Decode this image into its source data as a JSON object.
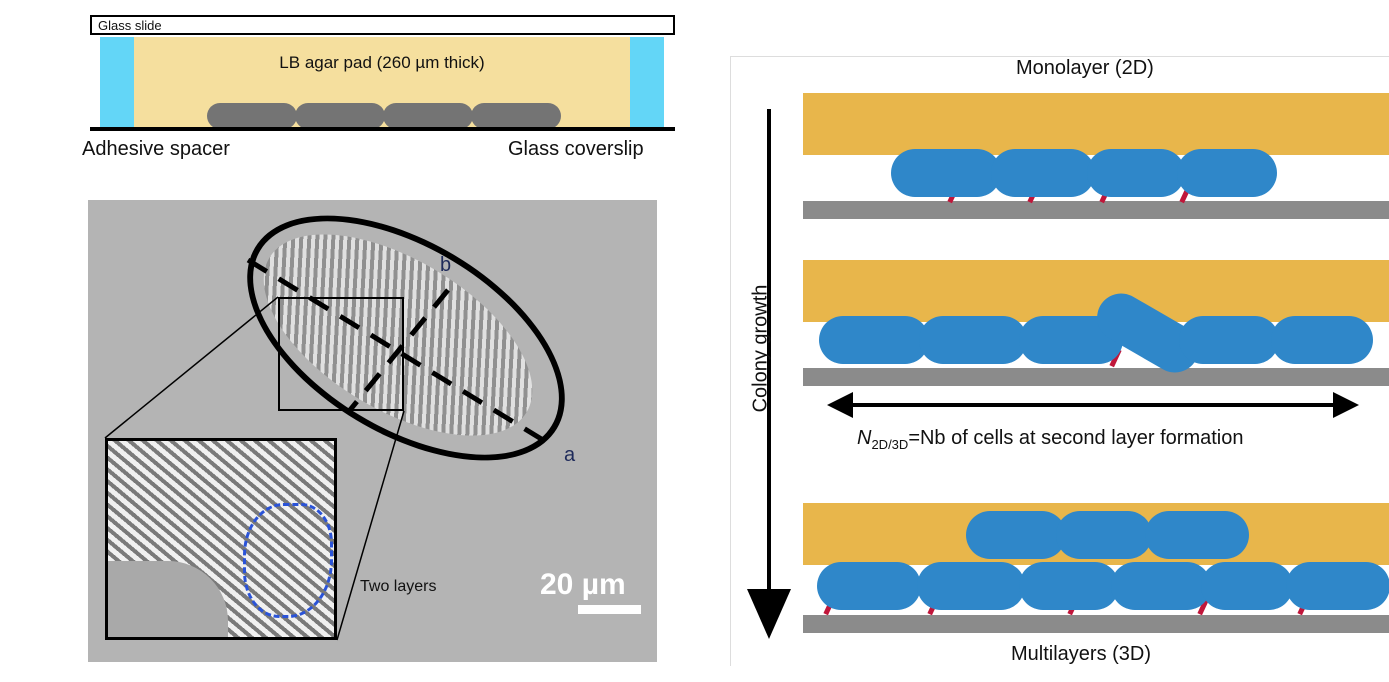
{
  "left_panel": {
    "schematic": {
      "glass_slide": "Glass slide",
      "agar_pad": "LB agar pad (260 µm thick)",
      "adhesive_spacer": "Adhesive spacer",
      "glass_coverslip": "Glass coverslip"
    },
    "micrograph": {
      "axis_a": "a",
      "axis_b": "b",
      "inset_annotation": "Two layers",
      "scale_bar": "20 µm"
    }
  },
  "right_panel": {
    "top_label": "Monolayer (2D)",
    "bottom_label": "Multilayers (3D)",
    "growth_axis": "Colony growth",
    "transition": {
      "symbol": "N",
      "subscript": "2D/3D",
      "description": "=Nb of cells at second layer formation"
    }
  },
  "colors": {
    "agar_pad": "#f5df9e",
    "spacer": "#63d6f7",
    "agar_band": "#e8b64b",
    "cell": "#2f87c9",
    "tether": "#c0163a",
    "glass": "#8b8b8b",
    "scale_bar": "#ffffff",
    "layer_outline": "#2a53d8"
  }
}
